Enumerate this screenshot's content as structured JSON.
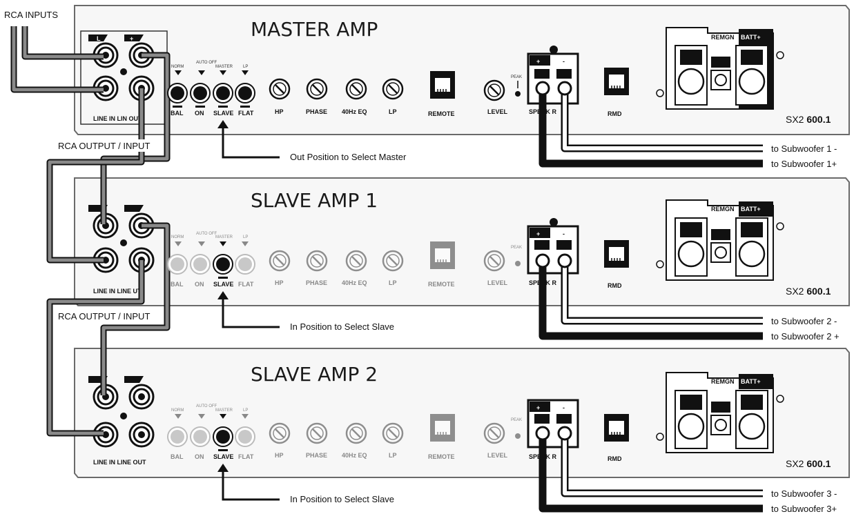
{
  "rca_inputs_label": "RCA INPUTS",
  "rca_output_input_label": "RCA OUTPUT / INPUT",
  "amps": [
    {
      "title": "MASTER AMP",
      "model_prefix": "SX2",
      "model_number": "600.1",
      "line_label": "LINE IN LIN   OUT",
      "switch_top_labels": [
        "NORM",
        "AUTO OFF",
        "MASTER",
        "LP"
      ],
      "switch_bottom_labels": [
        "BAL",
        "ON",
        "SLAVE",
        "FLAT"
      ],
      "knob_labels": [
        "HP",
        "PHASE",
        "40Hz EQ",
        "LP"
      ],
      "remote_label": "REMOTE",
      "level_label": "LEVEL",
      "peak_label": "PEAK",
      "speaker_label": "SPEAK  R",
      "rmd_label": "RMD",
      "power_label": "REMGN",
      "batt_label": "BATT+",
      "note": "Out Position to Select Master",
      "wire_minus": "to Subwoofer 1 -",
      "wire_plus": "to Subwoofer 1+"
    },
    {
      "title": "SLAVE AMP 1",
      "model_prefix": "SX2",
      "model_number": "600.1",
      "line_label": "LINE IN LINE  UT",
      "switch_top_labels": [
        "NORM",
        "AUTO OFF",
        "MASTER",
        "LP"
      ],
      "switch_bottom_labels": [
        "BAL",
        "ON",
        "SLAVE",
        "FLAT"
      ],
      "knob_labels": [
        "HP",
        "PHASE",
        "40Hz EQ",
        "LP"
      ],
      "remote_label": "REMOTE",
      "level_label": "LEVEL",
      "peak_label": "PEAK",
      "speaker_label": "SPEAK  R",
      "rmd_label": "RMD",
      "power_label": "REMGN",
      "batt_label": "BATT+",
      "note": "In Position to Select Slave",
      "wire_minus": "to Subwoofer 2 -",
      "wire_plus": "to Subwoofer 2 +"
    },
    {
      "title": "SLAVE AMP 2",
      "model_prefix": "SX2",
      "model_number": "600.1",
      "line_label": "LINE IN LINE OUT",
      "switch_top_labels": [
        "NORM",
        "AUTO OFF",
        "MASTER",
        "LP"
      ],
      "switch_bottom_labels": [
        "BAL",
        "ON",
        "SLAVE",
        "FLAT"
      ],
      "knob_labels": [
        "HP",
        "PHASE",
        "40Hz EQ",
        "LP"
      ],
      "remote_label": "REMOTE",
      "level_label": "LEVEL",
      "peak_label": "PEAK",
      "speaker_label": "SPEAK  R",
      "rmd_label": "RMD",
      "power_label": "REMGN",
      "batt_label": "BATT+",
      "note": "In Position to Select Slave",
      "wire_minus": "to Subwoofer 3 -",
      "wire_plus": "to Subwoofer 3+"
    }
  ],
  "colors": {
    "panel_fill": "#f7f7f7",
    "panel_stroke": "#6a6a6a",
    "rca_cable": "#7a7a7a",
    "wire_black": "#111111",
    "wire_white": "#ffffff"
  }
}
